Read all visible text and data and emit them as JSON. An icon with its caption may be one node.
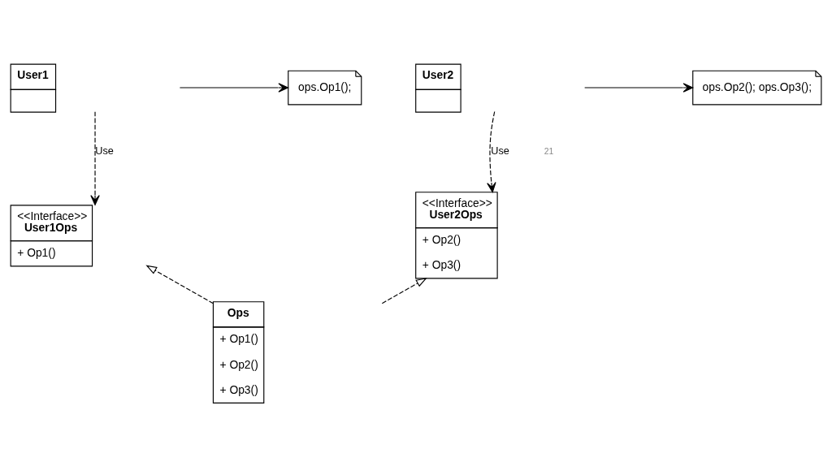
{
  "diagram": {
    "nodes": [
      {
        "text": [
          "User1"
        ]
      },
      {
        "text": [
          "User2"
        ]
      },
      {
        "text": [
          "ops.Op1();"
        ]
      },
      {
        "text": [
          "ops.Op2(); ops.Op3();"
        ]
      },
      {
        "text": [
          "<<Interface>>",
          "User1Ops",
          "+ Op1()"
        ]
      },
      {
        "text": [
          "<<Interface>>",
          "User2Ops",
          "+ Op2()",
          "+ Op3()"
        ]
      },
      {
        "text": [
          "Ops",
          "+ Op1()",
          "+ Op2()",
          "+ Op3()"
        ]
      }
    ],
    "edges": [
      {
        "from": 0,
        "to": 2,
        "arrow": "to"
      },
      {
        "from": 1,
        "to": 3,
        "arrow": "to"
      },
      {
        "from": 0,
        "to": 4,
        "arrow": "to",
        "label": "Use",
        "style": "dashed"
      },
      {
        "from": 1,
        "to": 5,
        "arrow": "to",
        "label": "Use",
        "style": "dashed"
      },
      {
        "from": 6,
        "to": 4,
        "arrow": "to",
        "style": "dashed"
      },
      {
        "from": 6,
        "to": 5,
        "arrow": "to",
        "style": "dashed"
      }
    ],
    "labels": [
      "21"
    ]
  }
}
